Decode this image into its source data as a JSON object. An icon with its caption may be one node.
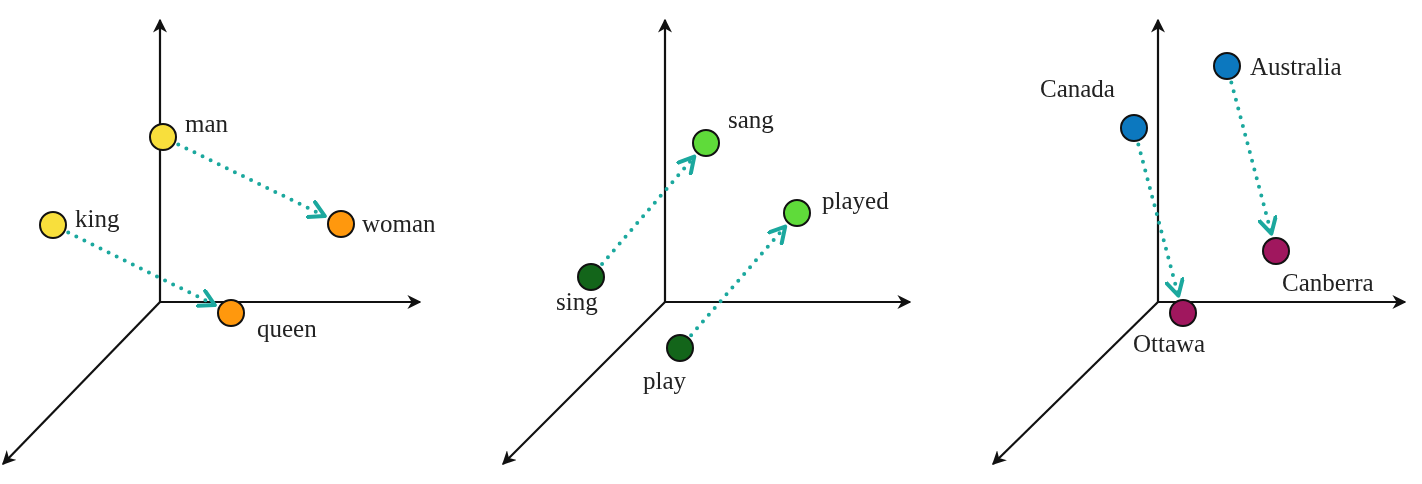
{
  "diagram": {
    "nodes": [
      {
        "text": [],
        "shape": "circle",
        "beside": [
          "man"
        ]
      },
      {
        "text": [],
        "shape": "circle",
        "beside": [
          "king"
        ]
      },
      {
        "text": [],
        "shape": "circle",
        "beside": [
          "woman"
        ]
      },
      {
        "text": [],
        "shape": "circle",
        "beside": [
          "queen"
        ]
      },
      {
        "text": [],
        "shape": "circle",
        "beside": [
          "sang"
        ]
      },
      {
        "text": [],
        "shape": "circle",
        "beside": [
          "played"
        ]
      },
      {
        "text": [],
        "shape": "circle",
        "beside": [
          "sing"
        ]
      },
      {
        "text": [],
        "shape": "circle",
        "beside": [
          "play"
        ]
      },
      {
        "text": [],
        "shape": "circle",
        "beside": [
          "Australia"
        ]
      },
      {
        "text": [],
        "shape": "circle",
        "beside": [
          "Canada"
        ]
      },
      {
        "text": [],
        "shape": "circle",
        "beside": [
          "Canberra"
        ]
      },
      {
        "text": [],
        "shape": "circle",
        "beside": [
          "Ottawa"
        ]
      }
    ],
    "edges": [
      {
        "from": 0,
        "to": 2,
        "arrow": "to"
      },
      {
        "from": 1,
        "to": 3,
        "arrow": "to"
      },
      {
        "from": 6,
        "to": 4,
        "arrow": "to"
      },
      {
        "from": 7,
        "to": 5,
        "arrow": "to"
      },
      {
        "from": 9,
        "to": 11,
        "arrow": "to"
      },
      {
        "from": 8,
        "to": 10,
        "arrow": "to"
      }
    ]
  }
}
